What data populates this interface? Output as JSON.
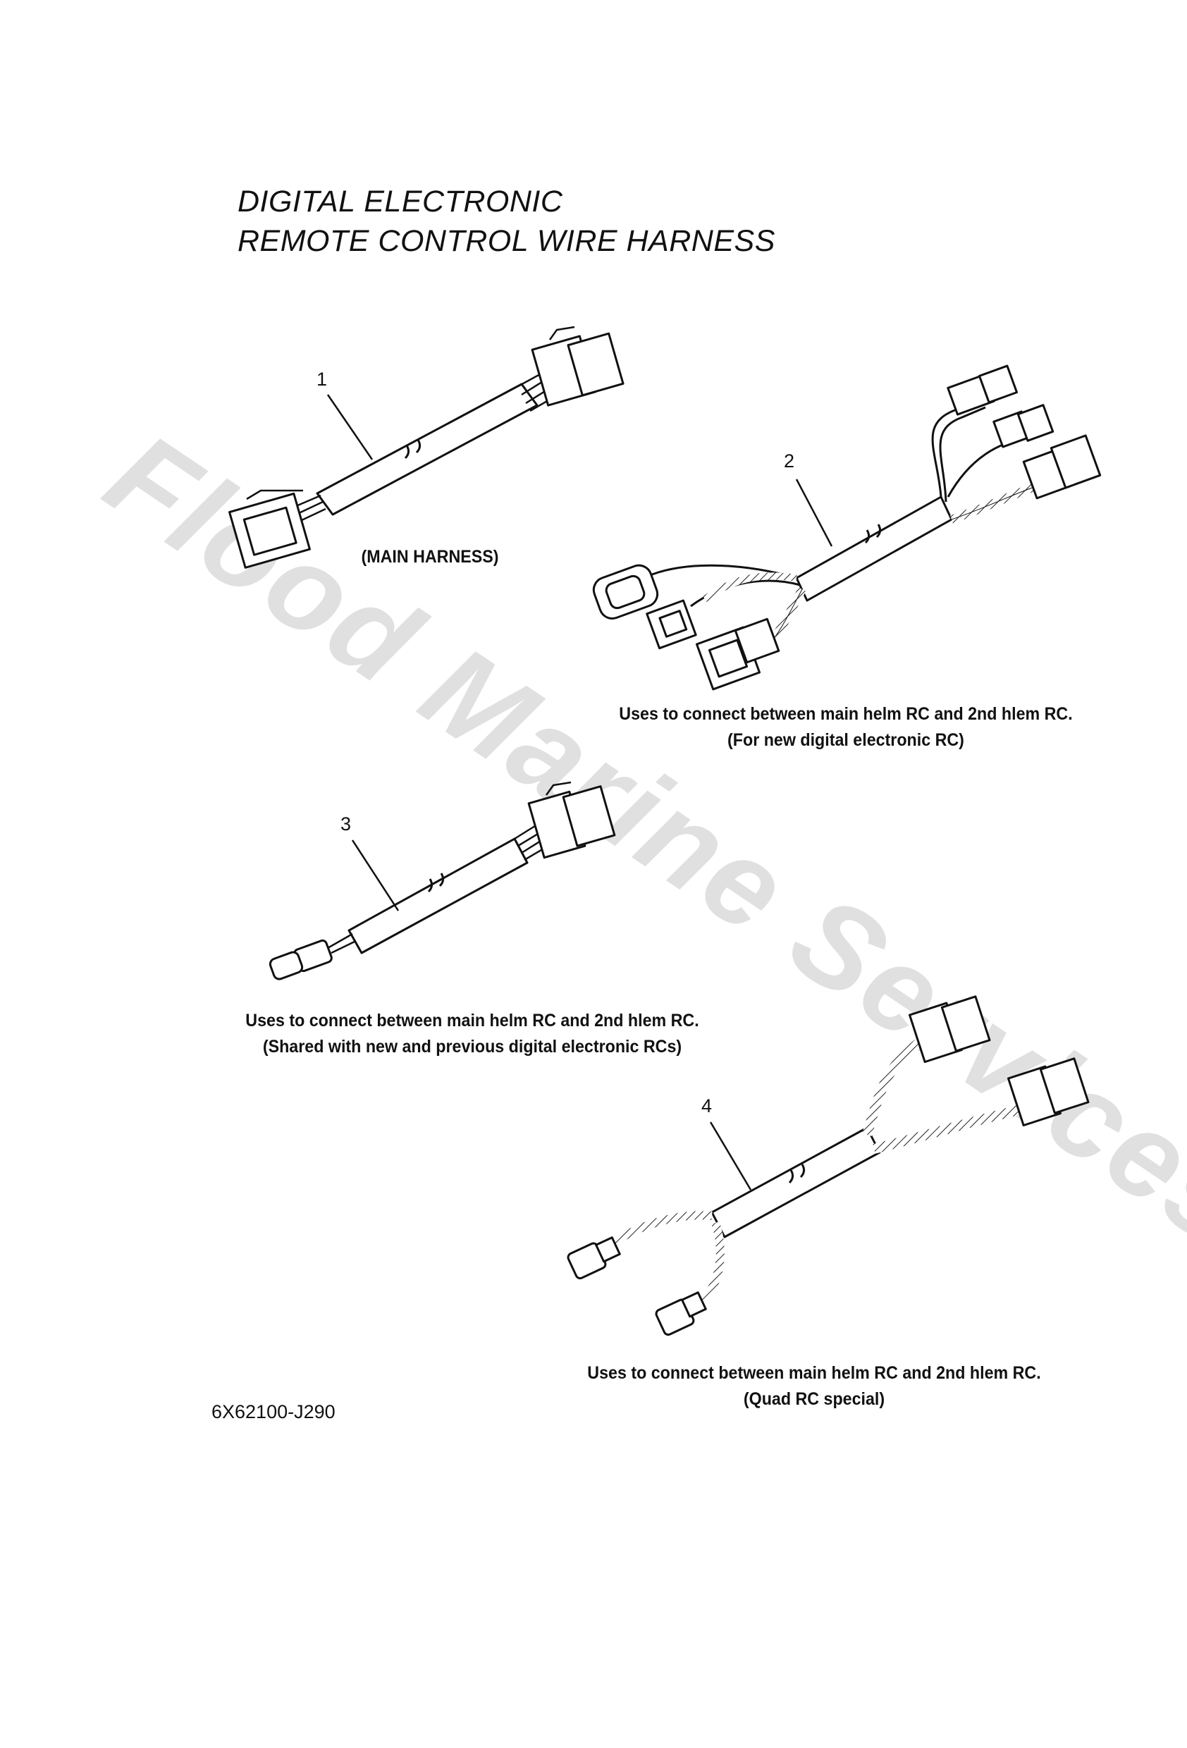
{
  "title": {
    "line1": "DIGITAL ELECTRONIC",
    "line2": "REMOTE CONTROL WIRE HARNESS"
  },
  "parts": [
    {
      "number": "1",
      "caption_lines": [
        "(MAIN HARNESS)"
      ]
    },
    {
      "number": "2",
      "caption_lines": [
        "Uses to connect between main helm RC and 2nd hlem RC.",
        "(For new digital electronic RC)"
      ]
    },
    {
      "number": "3",
      "caption_lines": [
        "Uses to connect between main helm RC and 2nd hlem RC.",
        "(Shared with new and previous digital electronic RCs)"
      ]
    },
    {
      "number": "4",
      "caption_lines": [
        "Uses to connect between main helm RC and 2nd hlem RC.",
        "(Quad RC special)"
      ]
    }
  ],
  "figure_code": "6X62100-J290",
  "watermark": "Flood Marine Services"
}
